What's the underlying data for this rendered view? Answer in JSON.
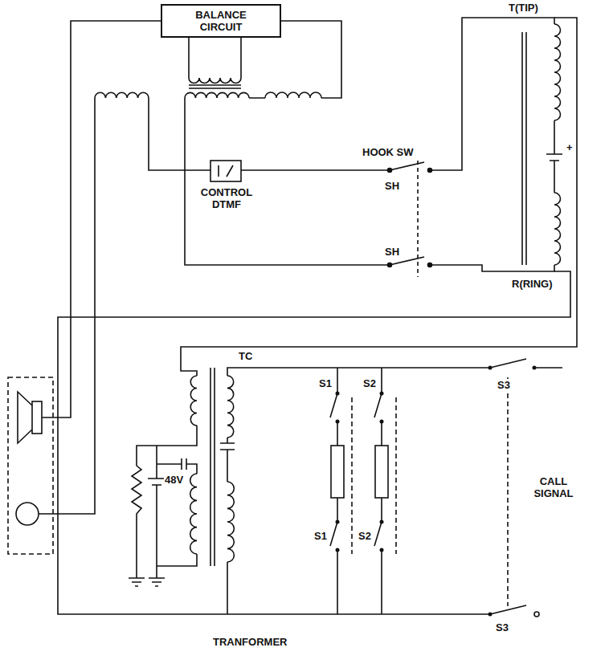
{
  "diagram": {
    "nodes": [
      {
        "text": [
          "BALANCE CIRCUIT"
        ]
      }
    ],
    "labels": [
      "HOOK SW",
      "SH",
      "CONTROL DTMF",
      "SH",
      "T(TIP)",
      "+",
      "R(RING)",
      "TC",
      "48V",
      "S1",
      "S2",
      "S1",
      "S2",
      "S3",
      "S3",
      "CALL SIGNAL",
      "TRANFORMER"
    ]
  }
}
